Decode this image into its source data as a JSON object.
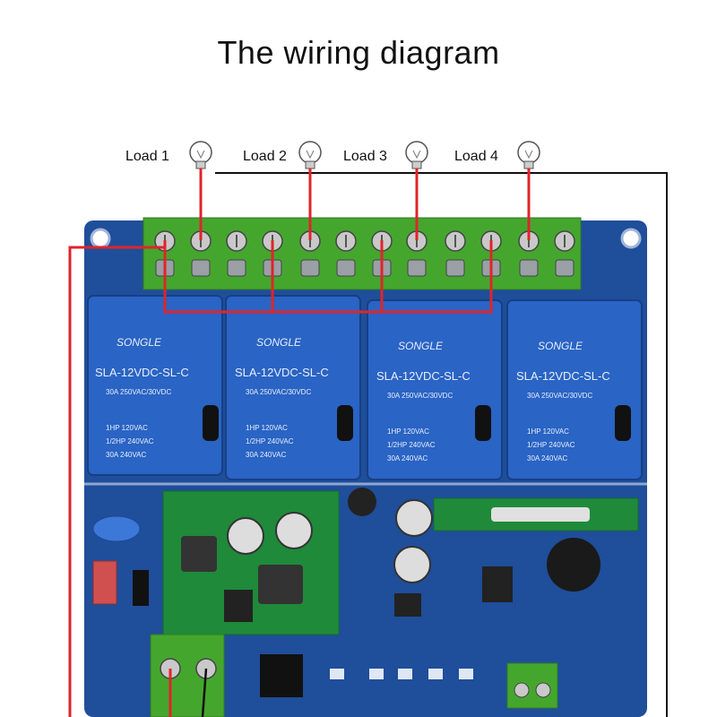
{
  "title": "The wiring diagram",
  "loads": [
    {
      "label": "Load 1"
    },
    {
      "label": "Load 2"
    },
    {
      "label": "Load 3"
    },
    {
      "label": "Load 4"
    }
  ],
  "relay": {
    "brand": "SONGLE",
    "model": "SLA-12VDC-SL-C",
    "rating_lines": [
      "30A 250VAC/30VDC",
      "1HP 120VAC",
      "1/2HP 240VAC",
      "30A 240VAC"
    ]
  },
  "colors": {
    "board": "#1f4e9a",
    "relay": "#2a64c4",
    "terminal": "#45a62e",
    "pcb_green": "#1f8a3a",
    "wire_red": "#e0242a",
    "wire_black": "#111111"
  }
}
